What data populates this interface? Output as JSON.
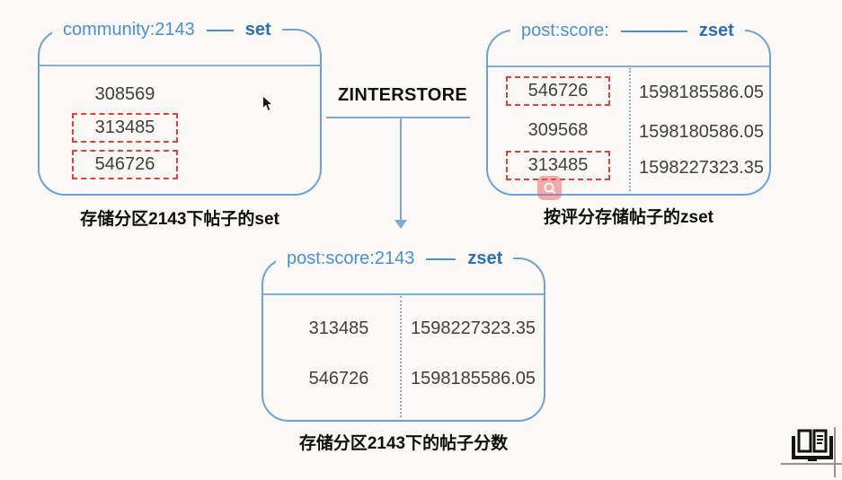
{
  "colors": {
    "bg": "#faf9f6",
    "key-blue": "#4a90d2",
    "type-blue": "#2a6fb8",
    "border-blue": "#6ba3d9",
    "sep-blue": "#84aedd",
    "line-blue": "#7da7d9",
    "highlight-red": "#d9453c",
    "text-dark": "#3f3f3f",
    "caption-black": "#0e0e0e",
    "op-black": "#111111"
  },
  "operation": {
    "label": "ZINTERSTORE"
  },
  "left_box": {
    "key": "community:2143",
    "type": "set",
    "caption": "存储分区2143下帖子的set",
    "members": [
      {
        "value": "308569",
        "highlighted": false
      },
      {
        "value": "313485",
        "highlighted": true
      },
      {
        "value": "546726",
        "highlighted": true
      }
    ]
  },
  "right_box": {
    "key": "post:score:",
    "type": "zset",
    "caption": "按评分存储帖子的zset",
    "rows": [
      {
        "member": "546726",
        "score": "1598185586.05",
        "highlighted": true
      },
      {
        "member": "309568",
        "score": "1598180586.05",
        "highlighted": false
      },
      {
        "member": "313485",
        "score": "1598227323.35",
        "highlighted": true
      }
    ]
  },
  "result_box": {
    "key": "post:score:2143",
    "type": "zset",
    "caption": "存储分区2143下的帖子分数",
    "rows": [
      {
        "member": "313485",
        "score": "1598227323.35"
      },
      {
        "member": "546726",
        "score": "1598185586.05"
      }
    ]
  },
  "icons": {
    "cursor": "mouse-pointer-icon",
    "watermark": "magnifier-app-icon",
    "logo": "open-book-icon"
  }
}
